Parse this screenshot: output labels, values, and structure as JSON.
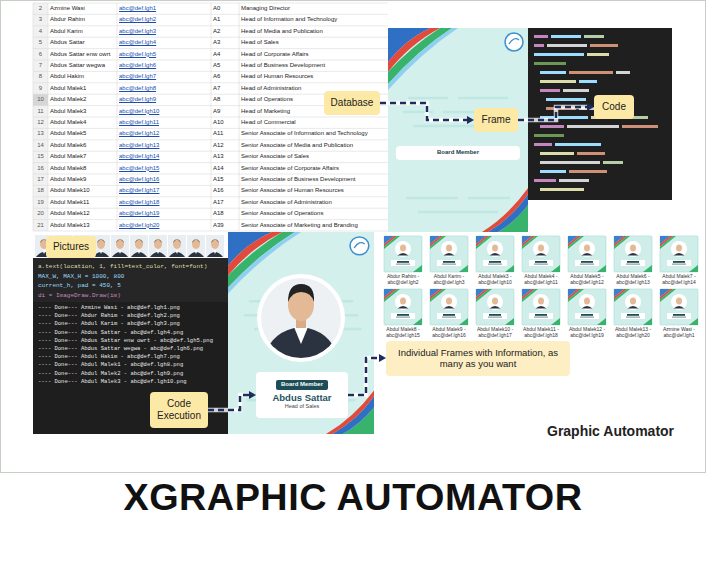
{
  "diagram": {
    "title": "XGRAPHIC AUTOMATOR",
    "nodes": [
      {
        "text": [
          "Database"
        ]
      },
      {
        "text": [
          "Board Member"
        ]
      },
      {
        "text": [
          "Frame"
        ]
      },
      {
        "text": [
          "Code"
        ]
      },
      {
        "text": [
          "Pictures"
        ]
      },
      {
        "text": [
          "Code Execution"
        ]
      },
      {
        "text": [
          "Board Member",
          "Abdus Sattar",
          "Head of Sales"
        ]
      },
      {
        "text": [
          "Individual Frames with Information, as many as you want"
        ]
      }
    ],
    "edges": [
      {
        "from": 0,
        "to": 2,
        "arrow": "to"
      },
      {
        "from": 2,
        "to": 3,
        "arrow": "to"
      },
      {
        "from": 5,
        "to": 6,
        "arrow": "to"
      },
      {
        "from": 6,
        "to": 7,
        "arrow": "to"
      }
    ],
    "labels": [
      "2",
      "Azmine Wasi",
      "abc@def.lgh1",
      "A0",
      "Managing Director",
      "3",
      "Abdur Rahim",
      "abc@def.lgh2",
      "A1",
      "Head of Information and Technology",
      "4",
      "Abdul Karim",
      "abc@def.lgh3",
      "A2",
      "Head of Media and Publication",
      "5",
      "Abdus Sattar",
      "abc@def.lgh4",
      "A3",
      "Head of Sales",
      "6",
      "Abdus Sattar enw owrt",
      "abc@def.lgh5",
      "A4",
      "Head of Corporate Affairs",
      "7",
      "Abdus Sattar wegwa",
      "abc@def.lgh6",
      "A5",
      "Head of Business Development",
      "8",
      "Abdul Hakim",
      "abc@def.lgh7",
      "A6",
      "Head of Human Resources",
      "9",
      "Abdul Malek1",
      "abc@def.lgh8",
      "A7",
      "Head of Administration",
      "10",
      "Abdul Malek2",
      "abc@def.lgh9",
      "A8",
      "Head of Operations",
      "11",
      "Abdul Malek3",
      "abc@def.lgh10",
      "A9",
      "Head of Marketing",
      "12",
      "Abdul Malek4",
      "abc@def.lgh11",
      "A10",
      "Head of Commercial",
      "13",
      "Abdul Malek5",
      "abc@def.lgh12",
      "A11",
      "Senior Associate of Information and Technology",
      "14",
      "Abdul Malek6",
      "abc@def.lgh13",
      "A12",
      "Senior Associate of Media and Publication",
      "15",
      "Abdul Malek7",
      "abc@def.lgh14",
      "A13",
      "Senior Associate of Sales",
      "16",
      "Abdul Malek8",
      "abc@def.lgh15",
      "A14",
      "Senior Associate of Corporate Affairs",
      "17",
      "Abdul Malek9",
      "abc@def.lgh16",
      "A15",
      "Senior Associate of Business Development",
      "18",
      "Abdul Malek10",
      "abc@def.lgh17",
      "A16",
      "Senior Associate of Human Resources",
      "19",
      "Abdul Malek11",
      "abc@def.lgh18",
      "A17",
      "Senior Associate of Administration",
      "20",
      "Abdul Malek12",
      "abc@def.lgh19",
      "A18",
      "Senior Associate of Operations",
      "21",
      "Abdul Malek13",
      "abc@def.lgh20",
      "A39",
      "Senior Associate of Marketing and Branding",
      "a.text(location, 1, fill=text_color, font=font)",
      "MAX_W, MAX_H = 1000, 800",
      "current_h, pad = 450, 5",
      "di = ImageDraw.Draw(im)",
      "---- Done--- Azmine Wasi - abc@def.lgh1.png",
      "---- Done--- Abdur Rahim - abc@def.lgh2.png",
      "---- Done--- Abdul Karim - abc@def.lgh3.png",
      "---- Done--- Abdus Sattar - abc@def.lgh4.png",
      "---- Done--- Abdus Sattar enw owrt - abc@def.lgh5.png",
      "---- Done--- Abdus Sattar wegwa - abc@def.lgh6.png",
      "---- Done--- Abdul Hakim - abc@def.lgh7.png",
      "---- Done--- Abdul Malek1 - abc@def.lgh8.png",
      "---- Done--- Abdul Malek2 - abc@def.lgh9.png",
      "---- Done--- Abdul Malek3 - abc@def.lgh10.png",
      "Abdur Rahim - abc@def.lgh2",
      "Abdul Karim - abc@def.lgh3",
      "Abdul Malek3 - abc@def.lgh10",
      "Abdul Malek4 - abc@def.lgh11",
      "Abdul Malek5 - abc@def.lgh12",
      "Abdul Malek6 - abc@def.lgh13",
      "Abdul Malek7 - abc@def.lgh14",
      "Abdul Malek8 - abc@def.lgh15",
      "Abdul Malek9 - abc@def.lgh16",
      "Abdul Malek10 - abc@def.lgh17",
      "Abdul Malek11 - abc@def.lgh18",
      "Abdul Malek12 - abc@def.lgh19",
      "Abdul Malek13 - abc@def.lgh20",
      "Azmine Wasi - abc@def.lgh1",
      "Graphic Automator"
    ]
  }
}
